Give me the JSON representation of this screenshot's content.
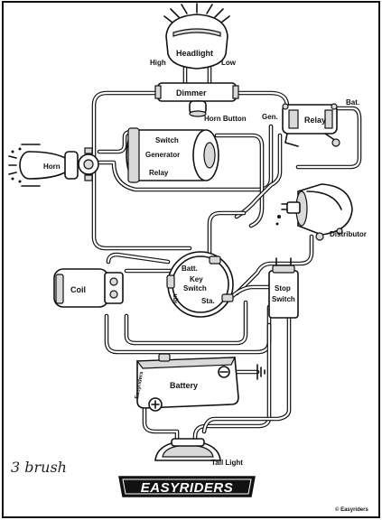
{
  "components": {
    "headlight": "Headlight",
    "high": "High",
    "low": "Low",
    "dimmer": "Dimmer",
    "horn_button": "Horn Button",
    "horn": "Horn",
    "switch_top": "Switch",
    "generator": "Generator",
    "relay_gen": "Relay",
    "gen": "Gen.",
    "relay": "Relay",
    "bat": "Bat.",
    "distributor": "Distributor",
    "coil": "Coil",
    "batt": "Batt.",
    "key": "Key",
    "switch_key": "Switch",
    "sta": "Sta.",
    "ign": "Ign",
    "stop": "Stop",
    "switch_stop": "Switch",
    "battery": "Battery",
    "battery_brand": "Easyriders",
    "tail_light": "Tail Light",
    "logo": "EASYRIDERS",
    "note": "3 brush",
    "copyright": "© Easyriders"
  },
  "colors": {
    "ink": "#111111",
    "paper": "#ffffff",
    "shade": "#d9d9d9"
  }
}
